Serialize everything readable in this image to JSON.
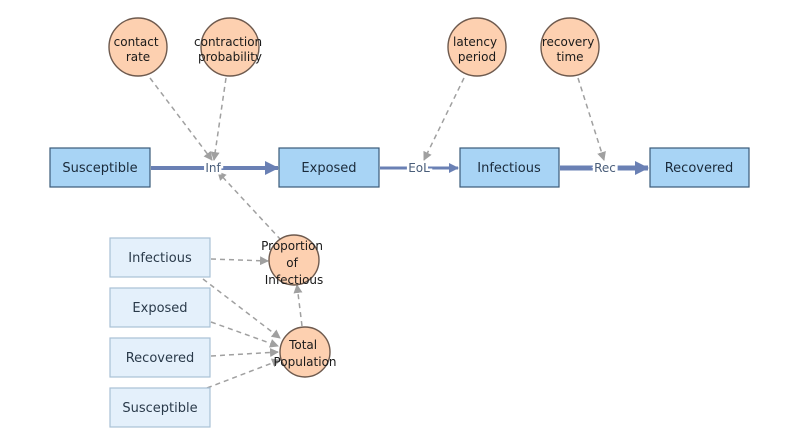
{
  "stocks": {
    "susceptible": "Susceptible",
    "exposed": "Exposed",
    "infectious": "Infectious",
    "recovered": "Recovered"
  },
  "ghosts": {
    "infectious": "Infectious",
    "exposed": "Exposed",
    "recovered": "Recovered",
    "susceptible": "Susceptible"
  },
  "flows": {
    "inf": "Inf",
    "eol": "EoL",
    "rec": "Rec"
  },
  "variables": {
    "contact_rate": [
      "contact",
      "rate"
    ],
    "contraction_probability": [
      "contraction",
      "probability"
    ],
    "latency_period": [
      "latency",
      "period"
    ],
    "recovery_time": [
      "recovery",
      "time"
    ],
    "proportion_of_infectious": [
      "Proportion",
      "of",
      "Infectious"
    ],
    "total_population": [
      "Total",
      "Population"
    ]
  },
  "colors": {
    "stock_fill": "#a8d4f5",
    "ghost_fill": "#e4f0fb",
    "variable_fill": "#fdd0b0",
    "flow": "#6a80b4",
    "link": "#a0a0a0"
  }
}
